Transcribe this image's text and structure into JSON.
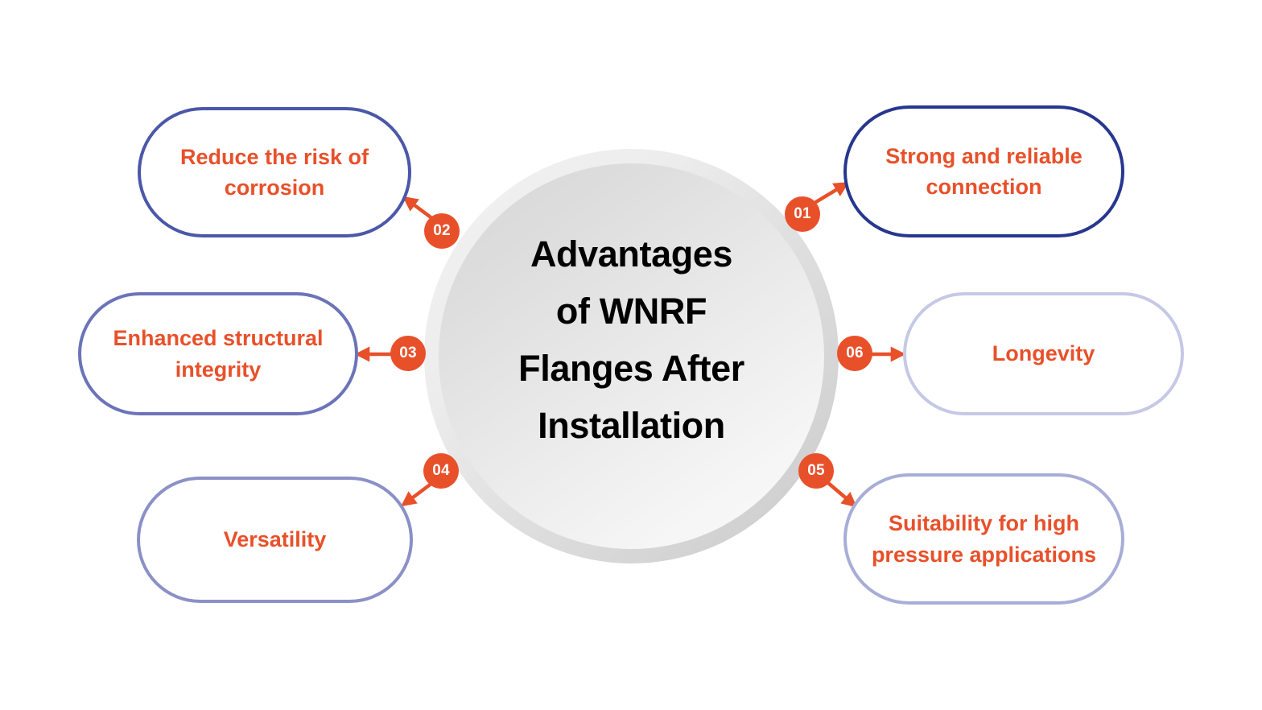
{
  "center": {
    "title": "Advantages of WNRF Flanges After Installation",
    "title_lines": [
      "Advantages",
      "of WNRF",
      "Flanges After",
      "Installation"
    ]
  },
  "theme": {
    "accent_orange": "#e8502a",
    "background": "#ffffff",
    "title_color": "#000000",
    "ring_outer_color": "#dcdcdc",
    "ring_inner_color": "#ebebeb"
  },
  "nodes": [
    {
      "number": "01",
      "label": "Strong and reliable connection",
      "border_color": "#27368e",
      "side": "right",
      "arrow_direction": "up-right"
    },
    {
      "number": "02",
      "label": "Reduce the risk of corrosion",
      "border_color": "#4b57a8",
      "side": "left",
      "arrow_direction": "up-left"
    },
    {
      "number": "03",
      "label": "Enhanced structural integrity",
      "border_color": "#6b73b9",
      "side": "left",
      "arrow_direction": "left"
    },
    {
      "number": "04",
      "label": "Versatility",
      "border_color": "#8b90c7",
      "side": "left",
      "arrow_direction": "down-left"
    },
    {
      "number": "05",
      "label": "Suitability for high pressure applications",
      "border_color": "#a8add7",
      "side": "right",
      "arrow_direction": "down-right"
    },
    {
      "number": "06",
      "label": "Longevity",
      "border_color": "#c6c9e5",
      "side": "right",
      "arrow_direction": "right"
    }
  ]
}
